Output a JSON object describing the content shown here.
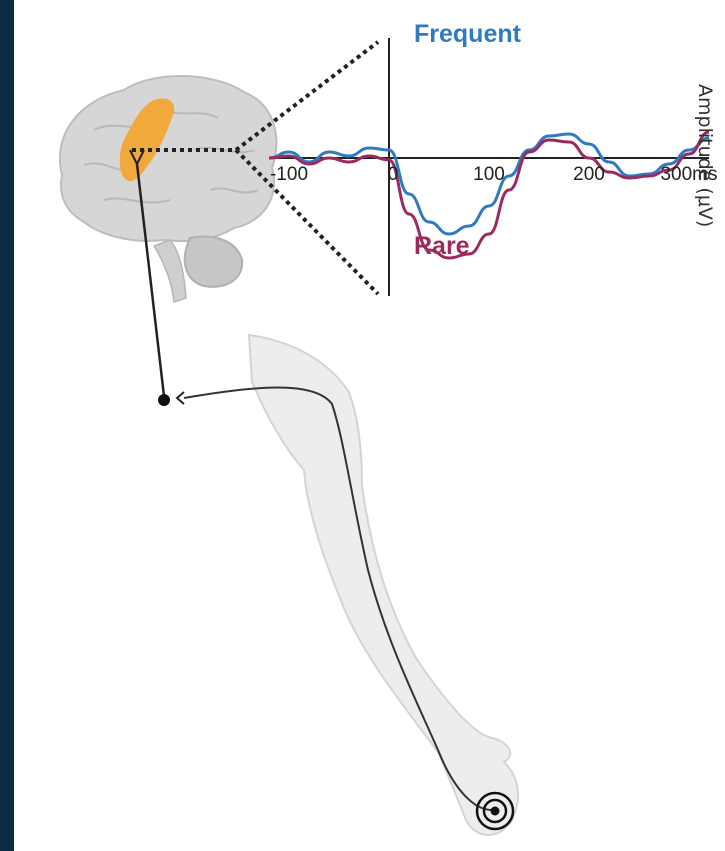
{
  "labels": {
    "frequent": "Frequent",
    "rare": "Rare",
    "y_axis": "Amplitude (μV)"
  },
  "colors": {
    "background": "#0d2a47",
    "frequent": "#2f7bbf",
    "rare": "#9b2a5f",
    "cortex_highlight": "#f2a93b"
  },
  "chart_data": {
    "type": "line",
    "ylabel": "Amplitude (μV)",
    "ticks": [
      "-100",
      "0",
      "100",
      "200",
      "300ms"
    ],
    "tick_values": [
      -100,
      0,
      100,
      200,
      300
    ],
    "xlim": [
      -120,
      320
    ],
    "ylim": [
      -5.5,
      2
    ],
    "series": [
      {
        "name": "Frequent",
        "x": [
          -120,
          -100,
          -80,
          -60,
          -40,
          -20,
          0,
          20,
          40,
          60,
          80,
          100,
          120,
          140,
          160,
          180,
          200,
          220,
          240,
          260,
          280,
          300,
          320
        ],
        "y": [
          0,
          0.3,
          -0.2,
          0.3,
          0.1,
          0.5,
          0.4,
          -1.8,
          -3.2,
          -3.8,
          -3.4,
          -2.4,
          -0.9,
          0.4,
          1.1,
          1.2,
          0.7,
          -0.2,
          -0.9,
          -0.8,
          -0.3,
          0.4,
          1.0
        ]
      },
      {
        "name": "Rare",
        "x": [
          -120,
          -100,
          -80,
          -60,
          -40,
          -20,
          0,
          20,
          40,
          60,
          80,
          100,
          120,
          140,
          160,
          180,
          200,
          220,
          240,
          260,
          280,
          300,
          320
        ],
        "y": [
          0,
          0.1,
          -0.3,
          0.0,
          -0.2,
          0.1,
          -0.1,
          -2.8,
          -4.6,
          -5.0,
          -4.8,
          -3.8,
          -1.6,
          0.3,
          0.9,
          0.8,
          0.0,
          -0.7,
          -1.0,
          -0.9,
          -0.6,
          0.2,
          1.3
        ]
      }
    ]
  }
}
